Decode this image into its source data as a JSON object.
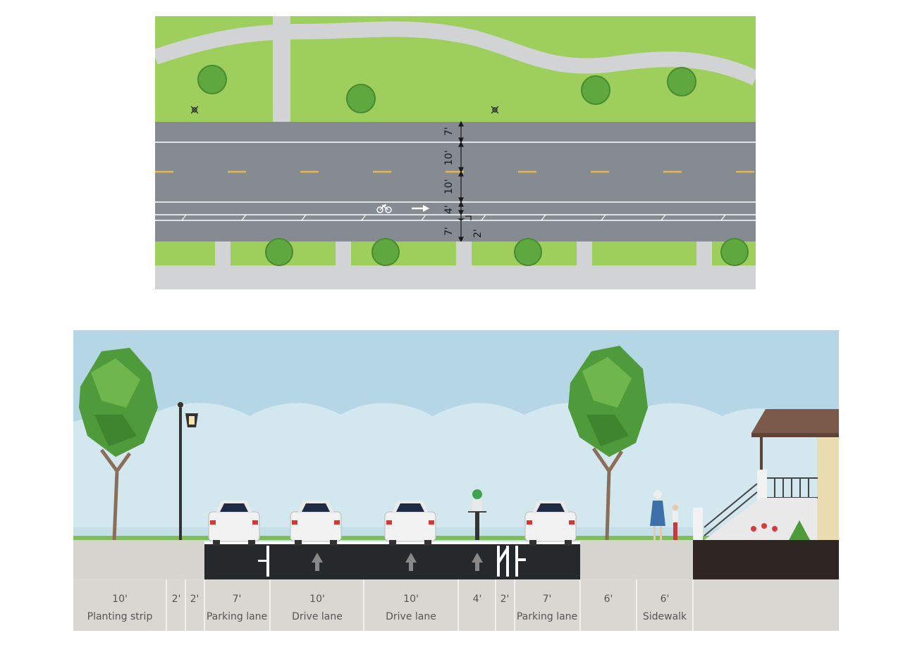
{
  "plan_view": {
    "dimensions": [
      {
        "label": "7'"
      },
      {
        "label": "10'"
      },
      {
        "label": "10'"
      },
      {
        "label": "4'"
      },
      {
        "label": "7'"
      },
      {
        "label": "2'"
      }
    ],
    "colors": {
      "grass": "#9ecf5c",
      "path": "#d1d3d4",
      "asphalt": "#868b92",
      "centerline": "#e8b84a",
      "tree": "#5fa83f"
    }
  },
  "section_view": {
    "segments": [
      {
        "width": "10'",
        "name": "Planting strip"
      },
      {
        "width": "2'",
        "name": ""
      },
      {
        "width": "2'",
        "name": ""
      },
      {
        "width": "7'",
        "name": "Parking lane"
      },
      {
        "width": "10'",
        "name": "Drive lane"
      },
      {
        "width": "10'",
        "name": "Drive lane"
      },
      {
        "width": "4'",
        "name": ""
      },
      {
        "width": "2'",
        "name": ""
      },
      {
        "width": "7'",
        "name": "Parking lane"
      },
      {
        "width": "6'",
        "name": ""
      },
      {
        "width": "6'",
        "name": "Sidewalk"
      },
      {
        "width": "",
        "name": ""
      }
    ],
    "colors": {
      "sky": "#b5d6e4",
      "clouds": "#d3e7ef",
      "road": "#26292b",
      "sidewalk": "#d6d4cf",
      "label_bar": "#d9d7d2",
      "tree": "#4f9a3a",
      "house_wall": "#e8dcb0",
      "roof": "#7b5a4b"
    }
  }
}
